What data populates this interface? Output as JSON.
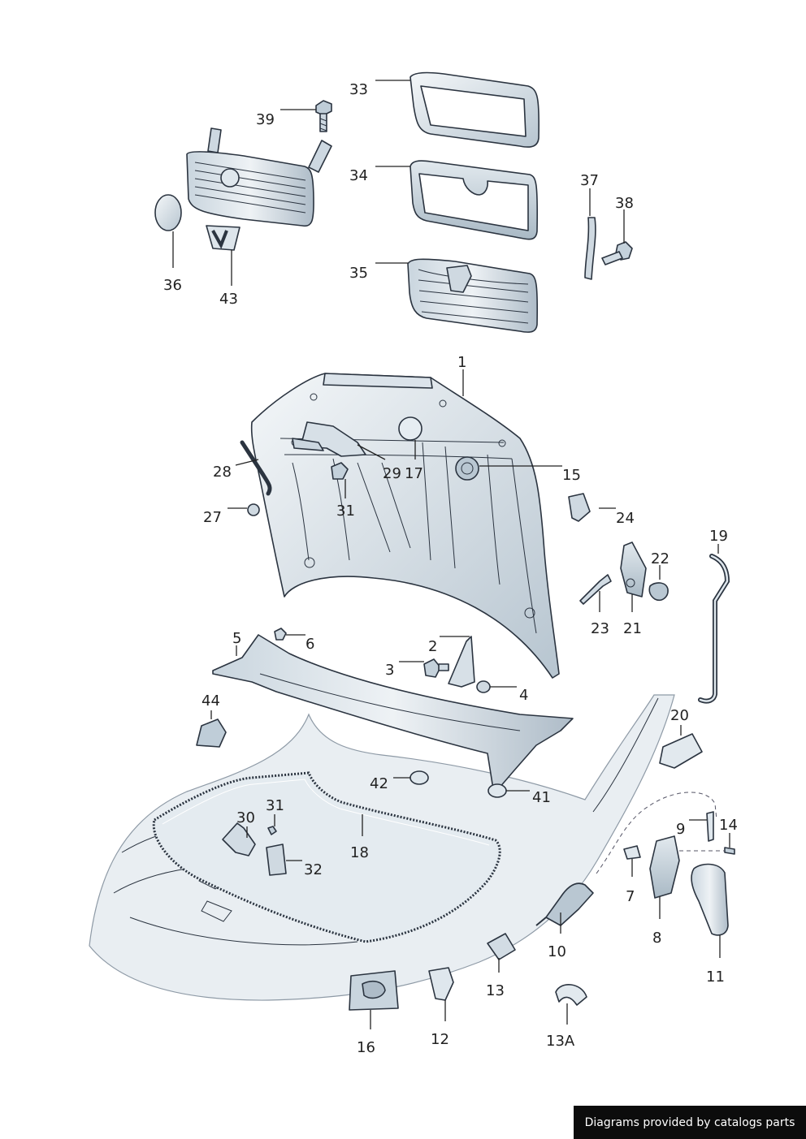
{
  "labels": {
    "p1": "1",
    "p2": "2",
    "p3": "3",
    "p4": "4",
    "p5": "5",
    "p6": "6",
    "p7": "7",
    "p8": "8",
    "p9": "9",
    "p10": "10",
    "p11": "11",
    "p12": "12",
    "p13": "13",
    "p13a": "13A",
    "p14": "14",
    "p15": "15",
    "p16": "16",
    "p17": "17",
    "p18": "18",
    "p19": "19",
    "p20": "20",
    "p21": "21",
    "p22": "22",
    "p23": "23",
    "p24": "24",
    "p27": "27",
    "p28": "28",
    "p29": "29",
    "p30": "30",
    "p31a": "31",
    "p31b": "31",
    "p32": "32",
    "p33": "33",
    "p34": "34",
    "p35": "35",
    "p36": "36",
    "p37": "37",
    "p38": "38",
    "p39": "39",
    "p41": "41",
    "p42": "42",
    "p43": "43",
    "p44": "44"
  },
  "footer": {
    "text": "Diagrams provided by catalogs parts"
  },
  "colors": {
    "part_fill": "#d4dee6",
    "body_fill": "#e9eef2",
    "outline": "#2b3440",
    "footer_bg": "#0c0c0c"
  }
}
